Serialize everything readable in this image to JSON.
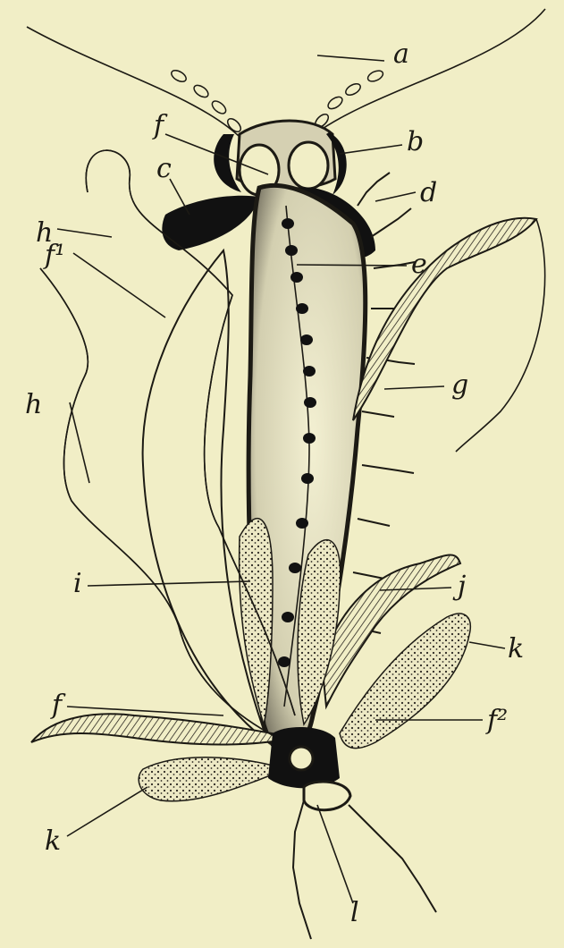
{
  "figure": {
    "background": "#f1eec6",
    "ink": "#1c1a14",
    "labels": {
      "a": "a",
      "b": "b",
      "c": "c",
      "d": "d",
      "e": "e",
      "f": "f",
      "f1": "f¹",
      "f2": "f²",
      "g": "g",
      "h_upper": "h",
      "h_lower": "h",
      "i": "i",
      "j": "j",
      "k_right": "k",
      "k_left": "k",
      "l": "l",
      "f_lower": "f"
    }
  }
}
